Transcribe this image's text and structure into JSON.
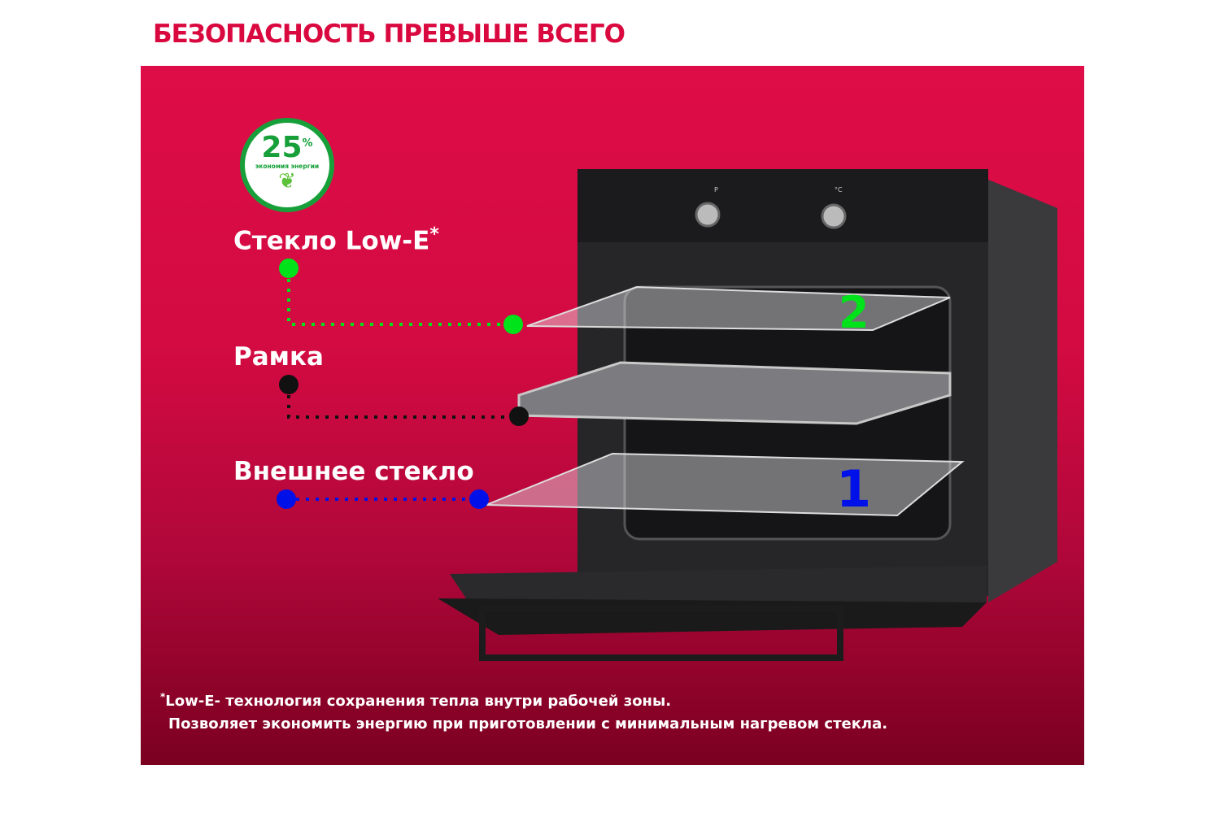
{
  "title": "БЕЗОПАСНОСТЬ ПРЕВЫШЕ ВСЕГО",
  "badge": {
    "value": "25",
    "unit": "%",
    "caption": "экономия энергии"
  },
  "labels": {
    "low_e": "Стекло Low-E",
    "asterisk": "*",
    "frame": "Рамка",
    "outer_glass": "Внешнее стекло"
  },
  "glass_numbers": {
    "inner": "2",
    "outer": "1"
  },
  "oven": {
    "knob_left": "P",
    "knob_right": "°C"
  },
  "footnote": {
    "asterisk": "*",
    "line1": "Low-E- технология сохранения тепла внутри рабочей зоны.",
    "line2": "Позволяет экономить энергию при приготовлении с минимальным нагревом стекла."
  },
  "colors": {
    "brand": "#d9083f",
    "green": "#00e21a",
    "blue": "#0010e8",
    "black": "#111111"
  }
}
